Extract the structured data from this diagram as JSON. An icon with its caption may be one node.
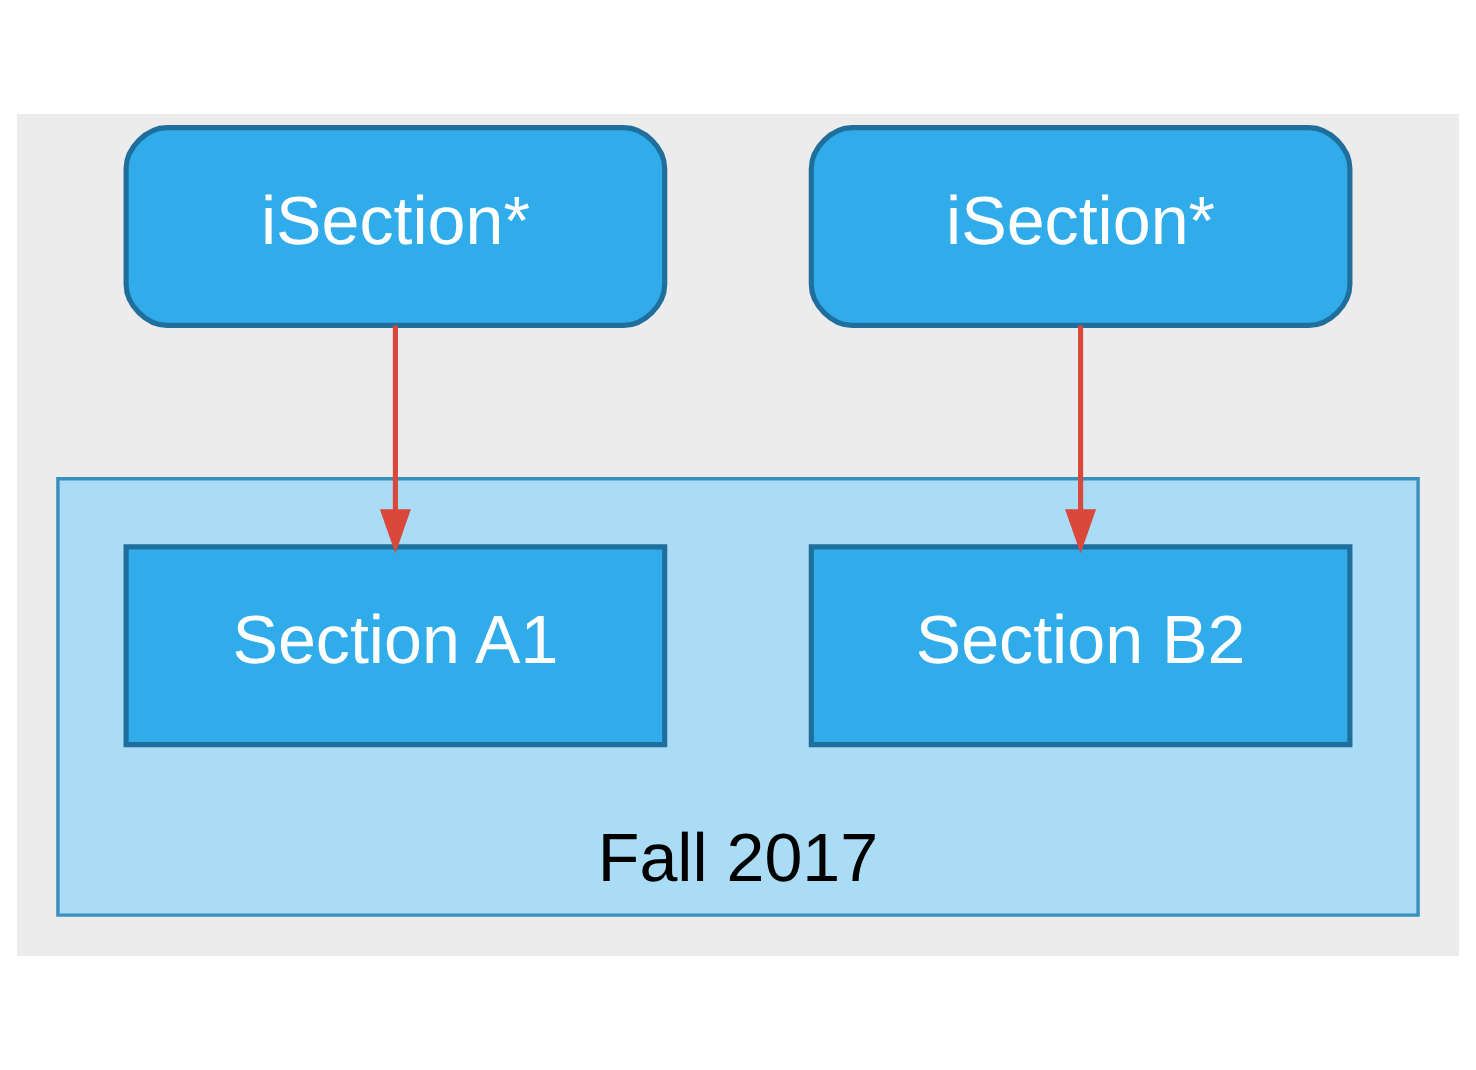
{
  "diagram": {
    "nodes": [
      {
        "text": [
          "iSection*"
        ]
      },
      {
        "text": [
          "iSection*"
        ]
      },
      {
        "text": [
          "Fall 2017"
        ]
      },
      {
        "text": [
          "Section A1"
        ],
        "in": 2
      },
      {
        "text": [
          "Section B2"
        ],
        "in": 2
      }
    ],
    "edges": [
      {
        "from": 0,
        "to": 3,
        "arrow": "to",
        "color": "#d9483b"
      },
      {
        "from": 1,
        "to": 4,
        "arrow": "to",
        "color": "#d9483b"
      }
    ]
  }
}
